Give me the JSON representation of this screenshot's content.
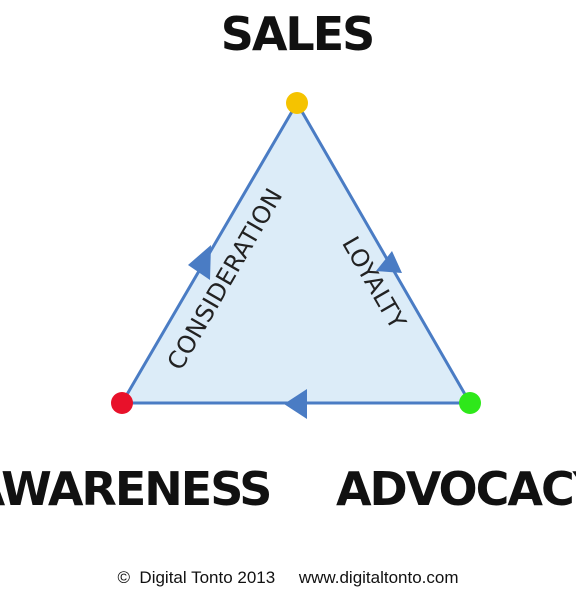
{
  "nodes": {
    "sales": "SALES",
    "awareness": "AWARENESS",
    "advocacy": "ADVOCACY"
  },
  "edges": {
    "consideration": "CONSIDERATION",
    "loyalty": "LOYALTY"
  },
  "footer": {
    "copyright": "©  Digital Tonto 2013",
    "url": "www.digitaltonto.com"
  },
  "colors": {
    "triangle_fill": "#dcecf8",
    "triangle_stroke": "#4a7cc4",
    "sales_dot": "#f5c300",
    "awareness_dot": "#e8112a",
    "advocacy_dot": "#2ee81a"
  }
}
